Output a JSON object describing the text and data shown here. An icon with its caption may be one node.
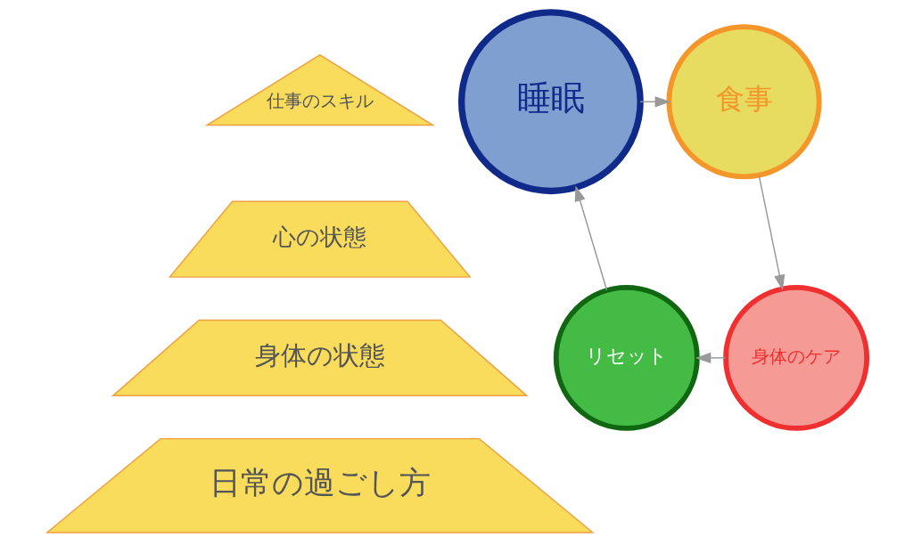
{
  "diagram": {
    "nodes": [
      {
        "text": [
          "仕事のスキル"
        ]
      },
      {
        "text": [
          "心の状態"
        ]
      },
      {
        "text": [
          "身体の状態"
        ]
      },
      {
        "text": [
          "日常の過ごし方"
        ]
      },
      {
        "text": [
          "睡眠"
        ]
      },
      {
        "text": [
          "食事"
        ]
      },
      {
        "text": [
          "身体のケア"
        ]
      },
      {
        "text": [
          "リセット"
        ]
      }
    ],
    "edges": [
      {
        "from": 4,
        "to": 5,
        "arrow": "to"
      },
      {
        "from": 5,
        "to": 6,
        "arrow": "to"
      },
      {
        "from": 6,
        "to": 7,
        "arrow": "to"
      },
      {
        "from": 7,
        "to": 4,
        "arrow": "to"
      }
    ]
  }
}
